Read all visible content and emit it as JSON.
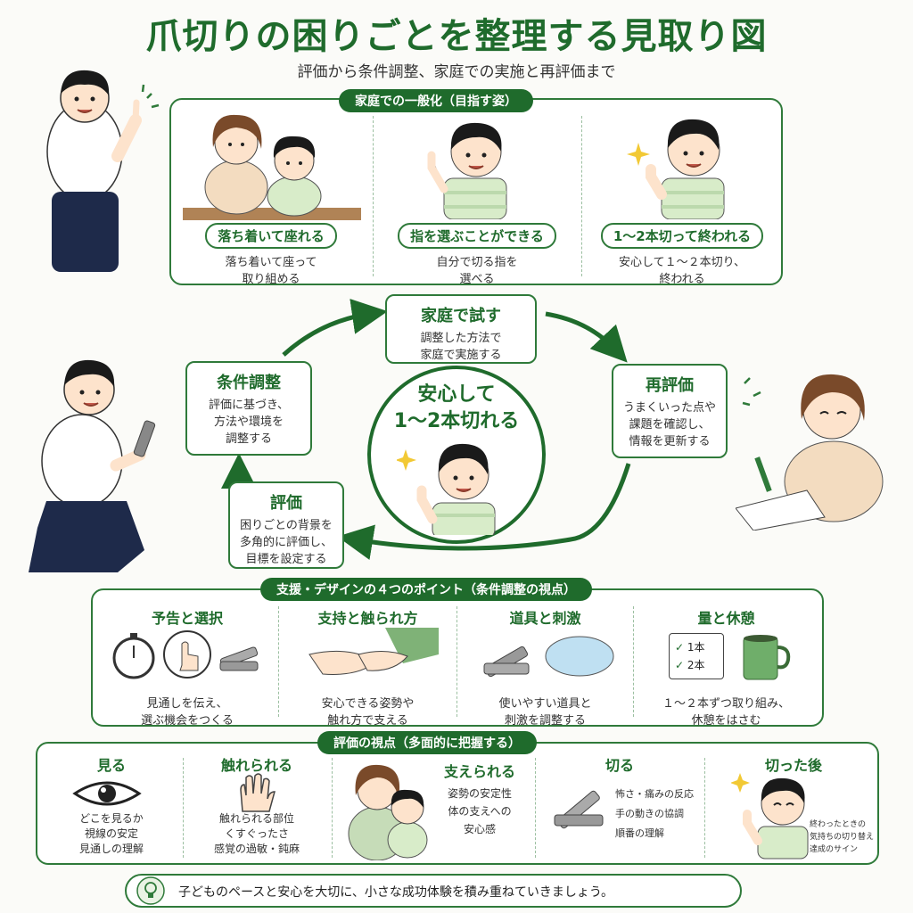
{
  "title": "爪切りの困りごとを整理する見取り図",
  "subtitle": "評価から条件調整、家庭での実施と再評価まで",
  "goal": {
    "header": "家庭での一般化（目指す姿）",
    "items": [
      {
        "label": "落ち着いて座れる",
        "desc1": "落ち着いて座って",
        "desc2": "取り組める"
      },
      {
        "label": "指を選ぶことができる",
        "desc1": "自分で切る指を",
        "desc2": "選べる"
      },
      {
        "label": "1～2本切って終われる",
        "desc1": "安心して１～２本切り、",
        "desc2": "終われる"
      }
    ]
  },
  "cycle": {
    "try": {
      "title": "家庭で試す",
      "d1": "調整した方法で",
      "d2": "家庭で実施する"
    },
    "adjust": {
      "title": "条件調整",
      "d1": "評価に基づき、",
      "d2": "方法や環境を",
      "d3": "調整する"
    },
    "reeval": {
      "title": "再評価",
      "d1": "うまくいった点や",
      "d2": "課題を確認し、",
      "d3": "情報を更新する"
    },
    "eval": {
      "title": "評価",
      "d1": "困りごとの背景を",
      "d2": "多角的に評価し、",
      "d3": "目標を設定する"
    },
    "center1": "安心して",
    "center2": "1～2本切れる"
  },
  "support": {
    "header": "支援・デザインの４つのポイント（条件調整の視点）",
    "items": [
      {
        "title": "予告と選択",
        "d1": "見通しを伝え、",
        "d2": "選ぶ機会をつくる"
      },
      {
        "title": "支持と触られ方",
        "d1": "安心できる姿勢や",
        "d2": "触れ方で支える"
      },
      {
        "title": "道具と刺激",
        "d1": "使いやすい道具と",
        "d2": "刺激を調整する"
      },
      {
        "title": "量と休憩",
        "d1": "１～２本ずつ取り組み、",
        "d2": "休憩をはさむ"
      }
    ],
    "checklist": [
      "1本",
      "2本"
    ]
  },
  "evalview": {
    "header": "評価の視点（多面的に把握する）",
    "items": [
      {
        "title": "見る",
        "lines": [
          "どこを見るか",
          "視線の安定",
          "見通しの理解"
        ]
      },
      {
        "title": "触れられる",
        "lines": [
          "触れられる部位",
          "くすぐったさ",
          "感覚の過敏・鈍麻"
        ]
      },
      {
        "title": "支えられる",
        "lines": [
          "姿勢の安定性",
          "体の支えへの",
          "安心感"
        ]
      },
      {
        "title": "切る",
        "lines": [
          "怖さ・痛みの反応",
          "手の動きの協調",
          "順番の理解"
        ]
      },
      {
        "title": "切った後",
        "lines": [
          "終わったときの",
          "気持ちの切り替え",
          "達成のサイン"
        ]
      }
    ]
  },
  "footer": "子どものペースと安心を大切に、小さな成功体験を積み重ねていきましょう。",
  "colors": {
    "accent": "#1f6b2c",
    "shirt_stripe": "#cfe6c4",
    "mug": "#6fae6a"
  }
}
